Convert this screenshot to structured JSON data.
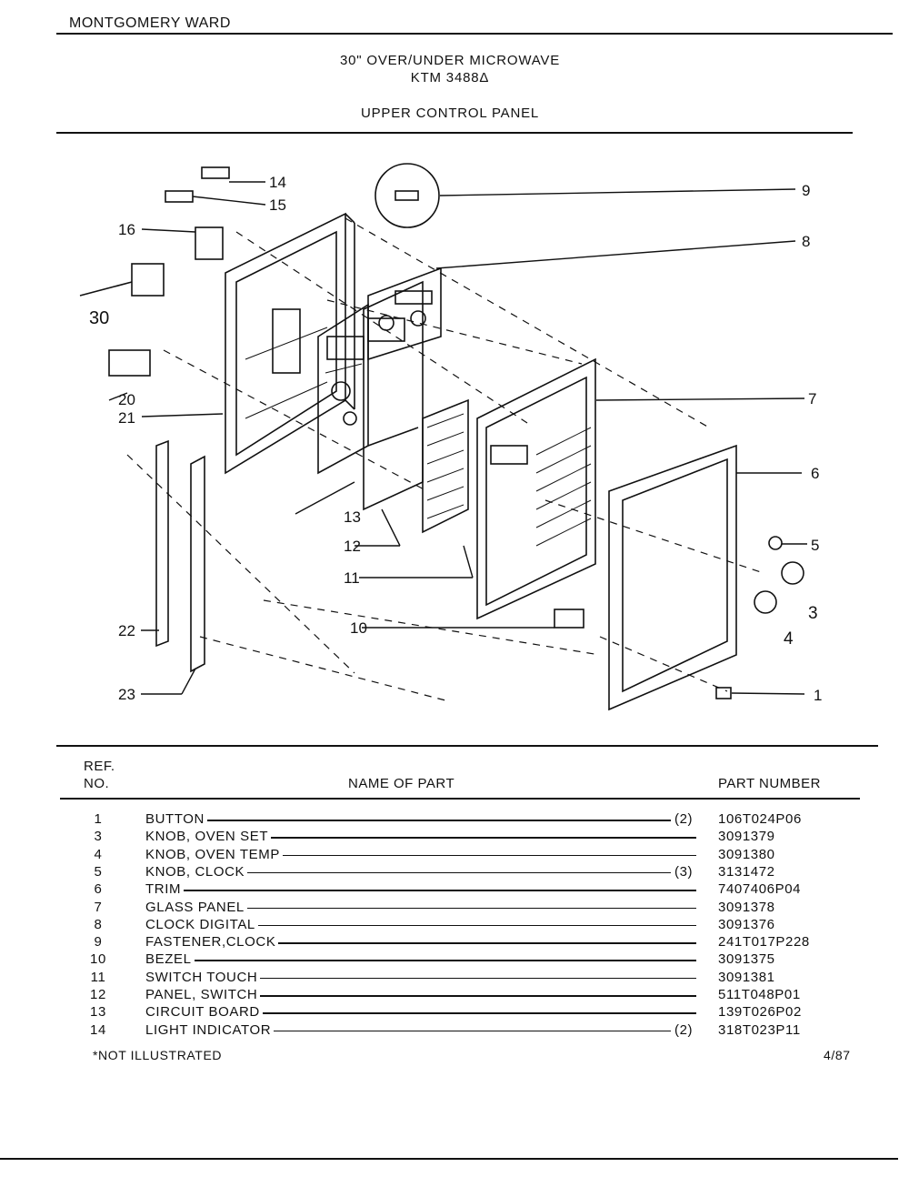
{
  "header": {
    "brand": "MONTGOMERY WARD",
    "title": "30\" OVER/UNDER MICROWAVE",
    "model": "KTM 3488Δ",
    "section": "UPPER CONTROL PANEL"
  },
  "diagram": {
    "callouts": [
      "14",
      "15",
      "9",
      "16",
      "8",
      "30",
      "7",
      "20",
      "21",
      "6",
      "13",
      "5",
      "12",
      "3",
      "11",
      "4",
      "10",
      "22",
      "23",
      "1"
    ]
  },
  "table": {
    "col_ref_line1": "REF.",
    "col_ref_line2": "NO.",
    "col_name": "NAME OF PART",
    "col_part": "PART NUMBER",
    "rows": [
      {
        "ref": "1",
        "name": "BUTTON",
        "qty": "(2)",
        "part": "106T024P06"
      },
      {
        "ref": "3",
        "name": "KNOB, OVEN SET",
        "qty": "",
        "part": "3091379"
      },
      {
        "ref": "4",
        "name": "KNOB, OVEN TEMP",
        "qty": "",
        "part": "3091380"
      },
      {
        "ref": "5",
        "name": "KNOB, CLOCK",
        "qty": "(3)",
        "part": "3131472"
      },
      {
        "ref": "6",
        "name": "TRIM",
        "qty": "",
        "part": "7407406P04"
      },
      {
        "ref": "7",
        "name": "GLASS PANEL",
        "qty": "",
        "part": "3091378"
      },
      {
        "ref": "8",
        "name": "CLOCK DIGITAL",
        "qty": "",
        "part": "3091376"
      },
      {
        "ref": "9",
        "name": "FASTENER,CLOCK",
        "qty": "",
        "part": "241T017P228"
      },
      {
        "ref": "10",
        "name": "BEZEL",
        "qty": "",
        "part": "3091375"
      },
      {
        "ref": "11",
        "name": "SWITCH TOUCH",
        "qty": "",
        "part": "3091381"
      },
      {
        "ref": "12",
        "name": "PANEL, SWITCH",
        "qty": "",
        "part": "511T048P01"
      },
      {
        "ref": "13",
        "name": "CIRCUIT BOARD",
        "qty": "",
        "part": "139T026P02"
      },
      {
        "ref": "14",
        "name": "LIGHT INDICATOR",
        "qty": "(2)",
        "part": "318T023P11"
      }
    ]
  },
  "footer": {
    "note": "*NOT ILLUSTRATED",
    "date": "4/87"
  }
}
